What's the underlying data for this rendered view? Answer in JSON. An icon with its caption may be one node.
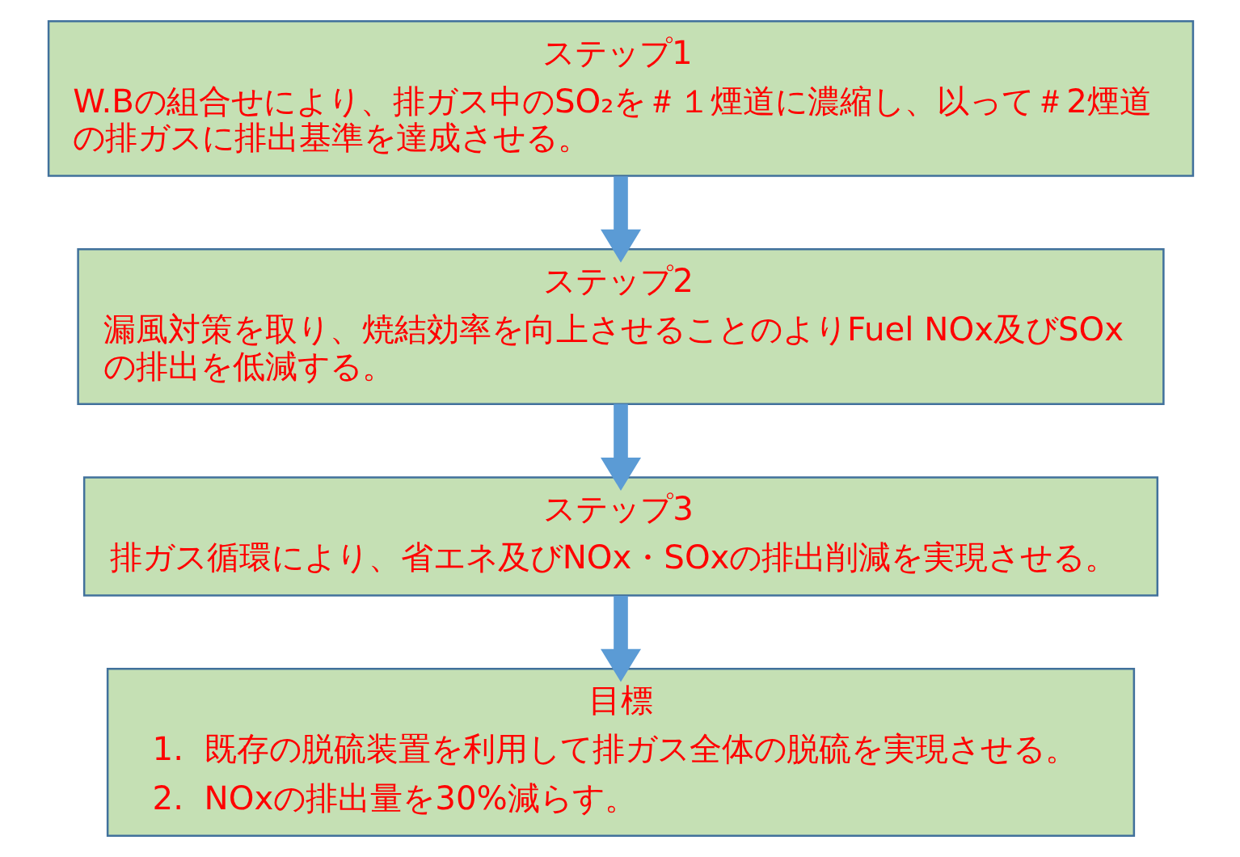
{
  "diagram": {
    "nodes": [
      {
        "text": [
          "ステップ1",
          "W.Bの組合せにより、排ガス中のSO₂を＃１煙道に濃縮し、以って＃2煙道の排ガスに排出基準を達成させる。"
        ]
      },
      {
        "text": [
          "ステップ2",
          "漏風対策を取り、焼結効率を向上させることのよりFuel NOx及びSOxの排出を低減する。"
        ]
      },
      {
        "text": [
          "ステップ3",
          "排ガス循環により、省エネ及びNOx・SOxの排出削減を実現させる。"
        ]
      },
      {
        "text": [
          "目標",
          "1.  既存の脱硫装置を利用して排ガス全体の脱硫を実現させる。",
          "2.  NOxの排出量を30%減らす。"
        ]
      }
    ],
    "edges": [
      {
        "from": 0,
        "to": 1,
        "arrow": "to"
      },
      {
        "from": 1,
        "to": 2,
        "arrow": "to"
      },
      {
        "from": 2,
        "to": 3,
        "arrow": "to"
      }
    ]
  }
}
